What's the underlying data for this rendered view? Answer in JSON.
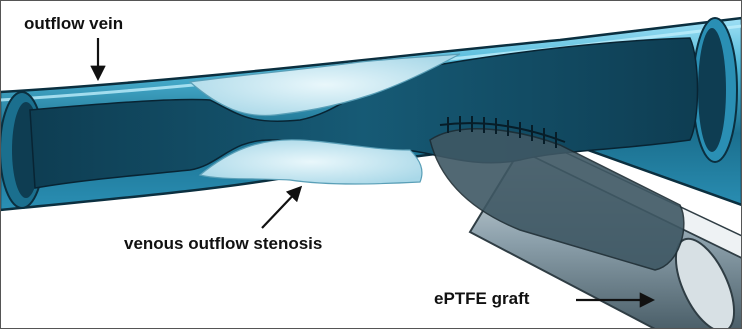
{
  "labels": {
    "outflow_vein": "outflow vein",
    "stenosis": "venous outflow stenosis",
    "graft": "ePTFE graft"
  },
  "icons": [
    "arrow-icon",
    "arrow-icon",
    "arrow-icon"
  ],
  "colors": {
    "vessel_dark": "#0e3d52",
    "vessel_mid": "#1b6f8e",
    "vessel_light": "#4fb8d8",
    "vessel_highlight": "#9fe0f5",
    "stenosis_tissue": "#cde9f3",
    "graft_grey": "#6f8490",
    "graft_light": "#c9d3d8"
  }
}
